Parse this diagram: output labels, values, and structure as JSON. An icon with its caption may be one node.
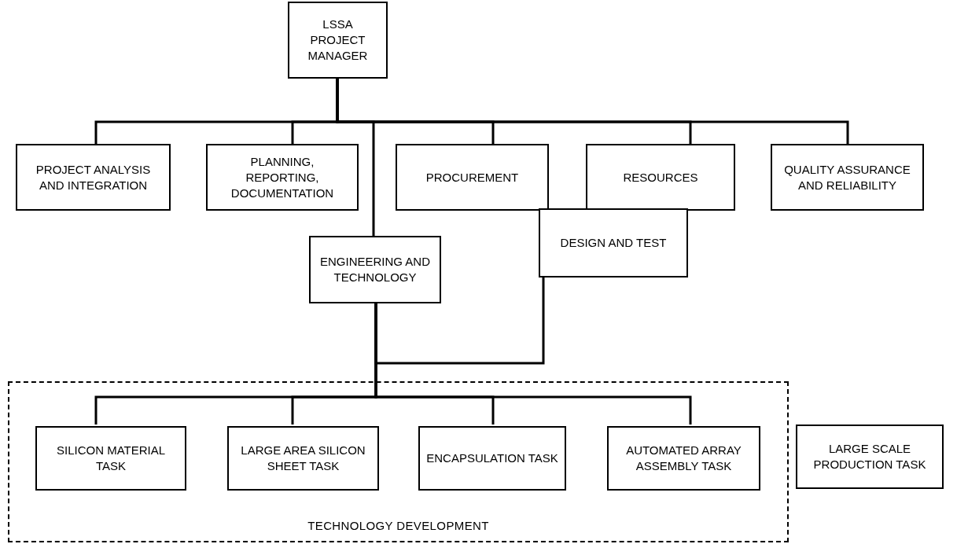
{
  "diagram": {
    "nodes": [
      {
        "text": [
          "LSSA PROJECT MANAGER"
        ]
      },
      {
        "text": [
          "PROJECT ANALYSIS AND INTEGRATION"
        ]
      },
      {
        "text": [
          "PLANNING, REPORTING, DOCUMENTATION"
        ]
      },
      {
        "text": [
          "PROCUREMENT"
        ]
      },
      {
        "text": [
          "RESOURCES"
        ]
      },
      {
        "text": [
          "QUALITY ASSURANCE AND RELIABILITY"
        ]
      },
      {
        "text": [
          "ENGINEERING AND TECHNOLOGY"
        ]
      },
      {
        "text": [
          "DESIGN AND TEST"
        ]
      },
      {
        "text": [
          "TECHNOLOGY DEVELOPMENT"
        ]
      },
      {
        "text": [
          "SILICON MATERIAL TASK"
        ],
        "in": 8
      },
      {
        "text": [
          "LARGE AREA SILICON SHEET TASK"
        ],
        "in": 8
      },
      {
        "text": [
          "ENCAPSULATION TASK"
        ],
        "in": 8
      },
      {
        "text": [
          "AUTOMATED ARRAY ASSEMBLY TASK"
        ],
        "in": 8
      },
      {
        "text": [
          "LARGE SCALE PRODUCTION TASK"
        ]
      }
    ],
    "edges": [
      {
        "from": 0,
        "to": 1,
        "arrow": "none"
      },
      {
        "from": 0,
        "to": 2,
        "arrow": "none"
      },
      {
        "from": 0,
        "to": 3,
        "arrow": "none"
      },
      {
        "from": 0,
        "to": 4,
        "arrow": "none"
      },
      {
        "from": 0,
        "to": 5,
        "arrow": "none"
      },
      {
        "from": 0,
        "to": 6,
        "arrow": "none"
      },
      {
        "from": 7,
        "to": 6,
        "arrow": "none"
      },
      {
        "from": 6,
        "to": 9,
        "arrow": "none"
      },
      {
        "from": 6,
        "to": 10,
        "arrow": "none"
      },
      {
        "from": 6,
        "to": 11,
        "arrow": "none"
      },
      {
        "from": 6,
        "to": 12,
        "arrow": "none"
      }
    ]
  }
}
